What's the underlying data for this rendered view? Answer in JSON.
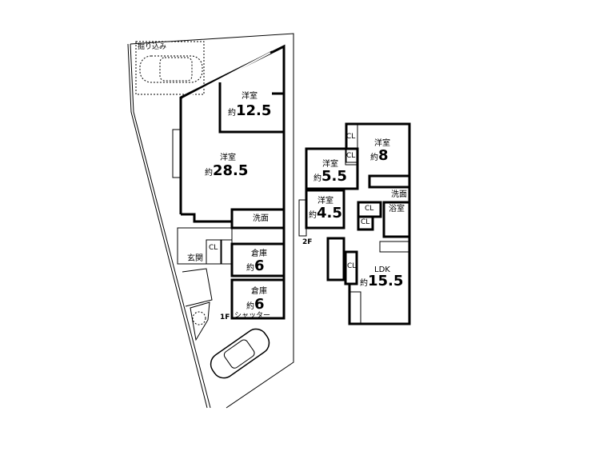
{
  "floor1": {
    "floor_label": "1F",
    "dugout_label": "掘り込み",
    "rooms": [
      {
        "type": "洋室",
        "prefix": "約",
        "size": "12.5"
      },
      {
        "type": "洋室",
        "prefix": "約",
        "size": "28.5"
      },
      {
        "type": "倉庫",
        "prefix": "約",
        "size": "6"
      },
      {
        "type": "倉庫",
        "prefix": "約",
        "size": "6"
      }
    ],
    "washroom": "洗面",
    "entrance": "玄関",
    "closet": "CL",
    "shutter": "シャッター"
  },
  "floor2": {
    "floor_label": "2F",
    "rooms": [
      {
        "type": "洋室",
        "prefix": "約",
        "size": "8"
      },
      {
        "type": "洋室",
        "prefix": "約",
        "size": "5.5"
      },
      {
        "type": "洋室",
        "prefix": "約",
        "size": "4.5"
      },
      {
        "type": "LDK",
        "prefix": "約",
        "size": "15.5"
      }
    ],
    "washroom": "洗面",
    "bath": "浴室",
    "closets": [
      "CL",
      "CL",
      "CL",
      "CL",
      "CL"
    ]
  }
}
